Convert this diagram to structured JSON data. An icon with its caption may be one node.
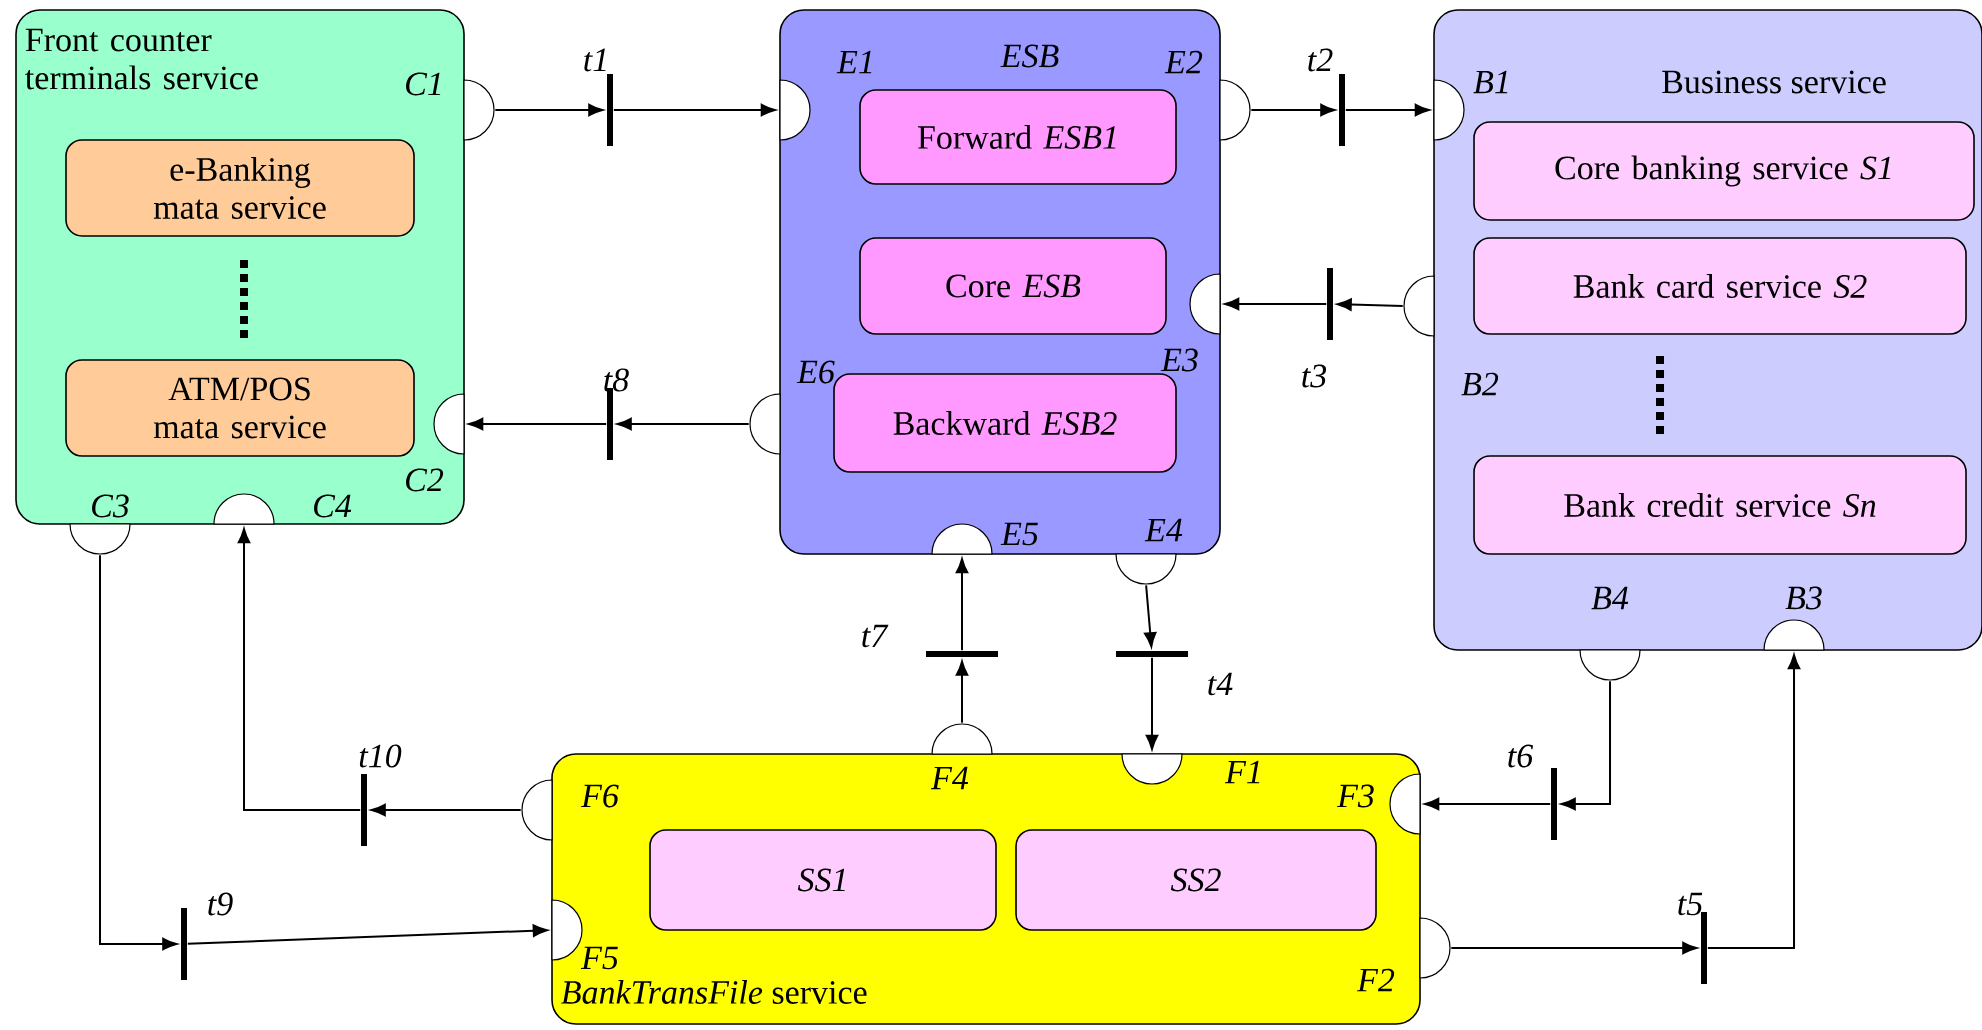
{
  "diagram": {
    "nodes": [
      {
        "text": [
          "Front counter terminals service"
        ]
      },
      {
        "text": [
          "e-Banking mata service"
        ],
        "in": 0
      },
      {
        "text": [
          "ATM/POS mata service"
        ],
        "in": 0
      },
      {
        "text": [
          "ESB"
        ]
      },
      {
        "text": [
          "Forward *ESB1*"
        ],
        "in": 3
      },
      {
        "text": [
          "Core *ESB*"
        ],
        "in": 3
      },
      {
        "text": [
          "Backward *ESB2*"
        ],
        "in": 3
      },
      {
        "text": [
          "Business service"
        ]
      },
      {
        "text": [
          "Core banking service *S1*"
        ],
        "in": 7
      },
      {
        "text": [
          "Bank card service *S2*"
        ],
        "in": 7
      },
      {
        "text": [
          "Bank credit service *Sn*"
        ],
        "in": 7
      },
      {
        "text": [
          "*BankTransFile* service"
        ]
      },
      {
        "text": [
          "SS1"
        ],
        "in": 11
      },
      {
        "text": [
          "SS2"
        ],
        "in": 11
      },
      {
        "text": [],
        "shape": "semicircle",
        "beside": [
          "C1"
        ]
      },
      {
        "text": [],
        "shape": "semicircle",
        "beside": [
          "C2"
        ],
        "in": 0
      },
      {
        "text": [],
        "shape": "semicircle",
        "beside": [
          "C3"
        ]
      },
      {
        "text": [],
        "shape": "semicircle",
        "beside": [
          "C4"
        ],
        "in": 0
      },
      {
        "text": [],
        "shape": "semicircle",
        "beside": [
          "E1"
        ],
        "in": 3
      },
      {
        "text": [],
        "shape": "semicircle",
        "beside": [
          "E2"
        ]
      },
      {
        "text": [],
        "shape": "semicircle",
        "beside": [
          "E3"
        ],
        "in": 3
      },
      {
        "text": [],
        "shape": "semicircle",
        "beside": [
          "E4"
        ]
      },
      {
        "text": [],
        "shape": "semicircle",
        "beside": [
          "E5"
        ],
        "in": 3
      },
      {
        "text": [],
        "shape": "semicircle",
        "beside": [
          "E6"
        ]
      },
      {
        "text": [],
        "shape": "semicircle",
        "beside": [
          "B1"
        ],
        "in": 7
      },
      {
        "text": [],
        "shape": "semicircle",
        "beside": [
          "B2"
        ]
      },
      {
        "text": [],
        "shape": "semicircle",
        "beside": [
          "B3"
        ],
        "in": 7
      },
      {
        "text": [],
        "shape": "semicircle",
        "beside": [
          "B4"
        ]
      },
      {
        "text": [],
        "shape": "semicircle",
        "beside": [
          "F1"
        ],
        "in": 11
      },
      {
        "text": [],
        "shape": "semicircle",
        "beside": [
          "F2"
        ]
      },
      {
        "text": [],
        "shape": "semicircle",
        "beside": [
          "F3"
        ],
        "in": 11
      },
      {
        "text": [],
        "shape": "semicircle",
        "beside": [
          "F4"
        ]
      },
      {
        "text": [],
        "shape": "semicircle",
        "beside": [
          "F5"
        ],
        "in": 11
      },
      {
        "text": [],
        "shape": "semicircle",
        "beside": [
          "F6"
        ]
      },
      {
        "text": [],
        "shape": "bar",
        "beside": [
          "t1"
        ]
      },
      {
        "text": [],
        "shape": "bar",
        "beside": [
          "t2"
        ]
      },
      {
        "text": [],
        "shape": "bar",
        "beside": [
          "t3"
        ]
      },
      {
        "text": [],
        "shape": "bar",
        "beside": [
          "t4"
        ]
      },
      {
        "text": [],
        "shape": "bar",
        "beside": [
          "t5"
        ]
      },
      {
        "text": [],
        "shape": "bar",
        "beside": [
          "t6"
        ]
      },
      {
        "text": [],
        "shape": "bar",
        "beside": [
          "t7"
        ]
      },
      {
        "text": [],
        "shape": "bar",
        "beside": [
          "t8"
        ]
      },
      {
        "text": [],
        "shape": "bar",
        "beside": [
          "t9"
        ]
      },
      {
        "text": [],
        "shape": "bar",
        "beside": [
          "t10"
        ]
      }
    ],
    "edges": [
      {
        "from": 14,
        "to": 34,
        "arrow": "to"
      },
      {
        "from": 34,
        "to": 18,
        "arrow": "to"
      },
      {
        "from": 19,
        "to": 35,
        "arrow": "to"
      },
      {
        "from": 35,
        "to": 24,
        "arrow": "to"
      },
      {
        "from": 25,
        "to": 36,
        "arrow": "to"
      },
      {
        "from": 36,
        "to": 20,
        "arrow": "to"
      },
      {
        "from": 23,
        "to": 41,
        "arrow": "to"
      },
      {
        "from": 41,
        "to": 15,
        "arrow": "to"
      },
      {
        "from": 21,
        "to": 37,
        "arrow": "to"
      },
      {
        "from": 37,
        "to": 28,
        "arrow": "to"
      },
      {
        "from": 31,
        "to": 40,
        "arrow": "to"
      },
      {
        "from": 40,
        "to": 22,
        "arrow": "to"
      },
      {
        "from": 33,
        "to": 43,
        "arrow": "to"
      },
      {
        "from": 43,
        "to": 17,
        "arrow": "to"
      },
      {
        "from": 16,
        "to": 42,
        "arrow": "to"
      },
      {
        "from": 42,
        "to": 32,
        "arrow": "to"
      },
      {
        "from": 27,
        "to": 39,
        "arrow": "to"
      },
      {
        "from": 39,
        "to": 30,
        "arrow": "to"
      },
      {
        "from": 29,
        "to": 38,
        "arrow": "to"
      },
      {
        "from": 38,
        "to": 26,
        "arrow": "to"
      }
    ]
  }
}
